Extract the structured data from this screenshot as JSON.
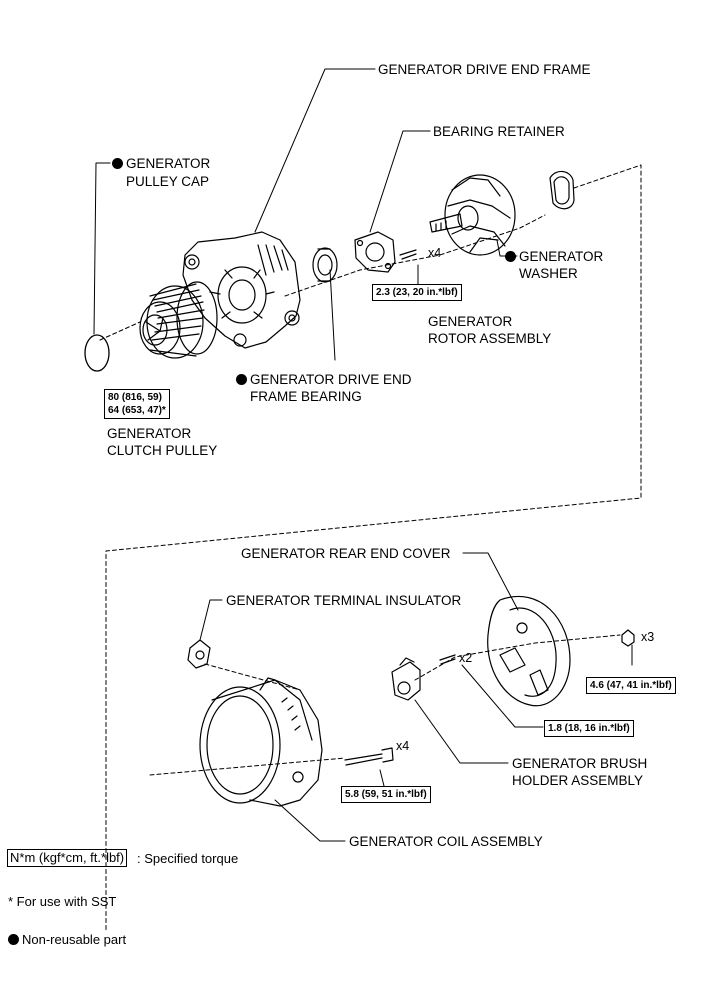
{
  "labels": {
    "drive_end_frame": "GENERATOR DRIVE END FRAME",
    "bearing_retainer": "BEARING RETAINER",
    "pulley_cap_1": "GENERATOR",
    "pulley_cap_2": "PULLEY CAP",
    "washer_1": "GENERATOR",
    "washer_2": "WASHER",
    "rotor_1": "GENERATOR",
    "rotor_2": "ROTOR ASSEMBLY",
    "de_bearing_1": "GENERATOR DRIVE END",
    "de_bearing_2": "FRAME BEARING",
    "clutch_1": "GENERATOR",
    "clutch_2": "CLUTCH PULLEY",
    "rear_cover": "GENERATOR REAR END COVER",
    "terminal_insulator": "GENERATOR TERMINAL INSULATOR",
    "brush_1": "GENERATOR BRUSH",
    "brush_2": "HOLDER ASSEMBLY",
    "coil": "GENERATOR COIL ASSEMBLY"
  },
  "torques": {
    "clutch_a": "80 (816, 59)",
    "clutch_b": "64 (653, 47)*",
    "retainer": "2.3 (23, 20 in.*lbf)",
    "rear_nut": "4.6 (47, 41 in.*lbf)",
    "brush": "1.8 (18, 16 in.*lbf)",
    "coil_bolt": "5.8 (59, 51 in.*lbf)"
  },
  "quantities": {
    "retainer_screws": "x4",
    "rear_nuts": "x3",
    "brush_screws": "x2",
    "coil_bolts": "x4"
  },
  "legend": {
    "torque_unit": "N*m (kgf*cm, ft.*lbf)",
    "torque_text": ": Specified torque",
    "sst": "* For use with SST",
    "non_reusable": "Non-reusable part"
  }
}
